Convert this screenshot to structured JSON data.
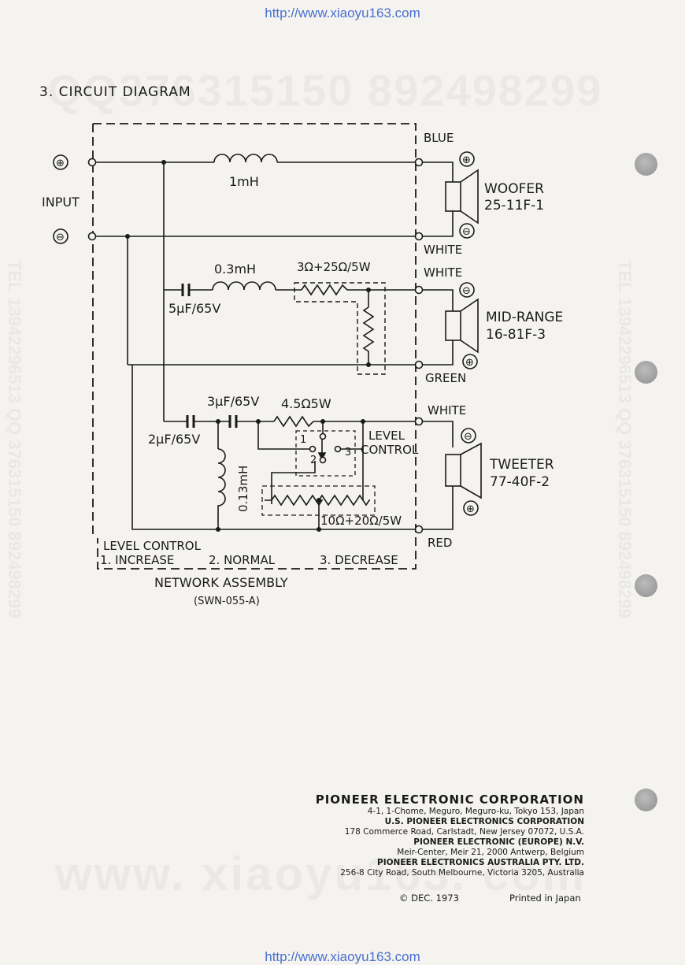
{
  "url": "http://www.xiaoyu163.com",
  "heading": "3. CIRCUIT DIAGRAM",
  "watermarks": {
    "top": "QQ376315150   892498299",
    "side_right": "TEL 13942296513   QQ 376315150   892498299",
    "side_left": "TEL 13942296513   QQ 376315150   892498299",
    "bottom": "www. xiaoyu163. com"
  },
  "circuit": {
    "input_label": "INPUT",
    "plus_symbol": "⊕",
    "minus_symbol": "⊖",
    "l1": "1mH",
    "l2": "0.3mH",
    "c1": "5μF/65V",
    "r1": "3Ω+25Ω/5W",
    "c2": "3μF/65V",
    "r2": "4.5Ω5W",
    "c3": "2μF/65V",
    "l3": "0.13mH",
    "r3": "10Ω+20Ω/5W",
    "sw1": "1",
    "sw2": "2",
    "sw3": "3",
    "level_label_1": "LEVEL",
    "level_label_2": "CONTROL",
    "wire_blue": "BLUE",
    "wire_white_1": "WHITE",
    "wire_white_2": "WHITE",
    "wire_green": "GREEN",
    "wire_white_3": "WHITE",
    "wire_red": "RED",
    "woofer_name": "WOOFER",
    "woofer_model": "25-11F-1",
    "mid_name": "MID-RANGE",
    "mid_model": "16-81F-3",
    "tweeter_name": "TWEETER",
    "tweeter_model": "77-40F-2",
    "legend_title": "LEVEL CONTROL",
    "legend_1": "1. INCREASE",
    "legend_2": "2. NORMAL",
    "legend_3": "3. DECREASE",
    "assembly_name": "NETWORK  ASSEMBLY",
    "assembly_code": "(SWN-055-A)"
  },
  "company": {
    "name": "PIONEER ELECTRONIC CORPORATION",
    "addr1": "4-1, 1-Chome, Meguro, Meguro-ku, Tokyo 153, Japan",
    "us_name": "U.S. PIONEER ELECTRONICS CORPORATION",
    "us_addr": "178 Commerce Road, Carlstadt, New Jersey 07072, U.S.A.",
    "eu_name": "PIONEER ELECTRONIC (EUROPE) N.V.",
    "eu_addr": "Meir-Center, Meir 21, 2000 Antwerp, Belgium",
    "au_name": "PIONEER ELECTRONICS AUSTRALIA PTY. LTD.",
    "au_addr": "256-8 City Road, South Melbourne, Victoria 3205, Australia"
  },
  "footer": {
    "copyright": "© DEC. 1973",
    "printed": "Printed in Japan"
  }
}
